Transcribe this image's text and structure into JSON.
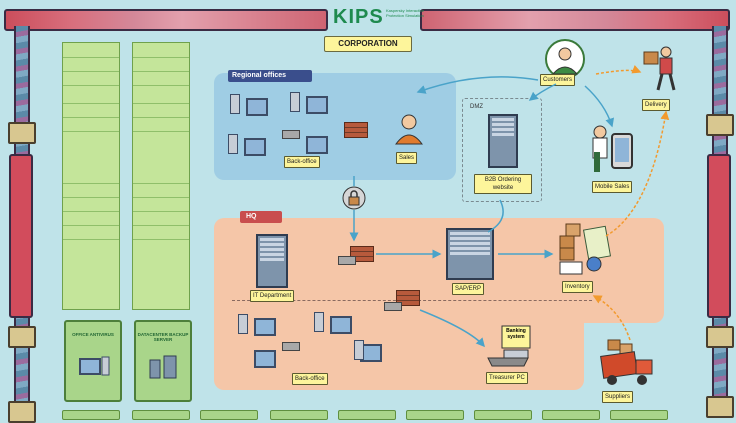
{
  "header": {
    "logo": "KIPS",
    "logo_sub": "Kaspersky Interactive Protection Simulation",
    "corporation_label": "CORPORATION"
  },
  "zones": {
    "regional_offices": "Regional offices",
    "hq": "HQ",
    "dmz": "DMZ"
  },
  "nodes": {
    "back_office_regional": "Back-office",
    "sales": "Sales",
    "b2b_ordering": "B2B Ordering website",
    "customers": "Customers",
    "delivery": "Delivery",
    "mobile_sales": "Mobile Sales",
    "it_department": "IT Department",
    "sap_erp": "SAP/ERP",
    "inventory": "Inventory",
    "back_office_hq": "Back-office",
    "treasurer_pc": "Treasurer PC",
    "suppliers": "Suppliers",
    "banking_system": "Banking system"
  },
  "cards": {
    "office_antivirus": "OFFICE ANTIVIRUS",
    "datacenter_backup": "DATACENTER BACKUP SERVER"
  },
  "colors": {
    "background": "#bfe3e9",
    "regional_zone": "#9fcde4",
    "hq_zone": "#f5c6a8",
    "label_fill": "#fdf59b",
    "card_green": "#a9d58a",
    "logo_green": "#1e8a4e"
  }
}
